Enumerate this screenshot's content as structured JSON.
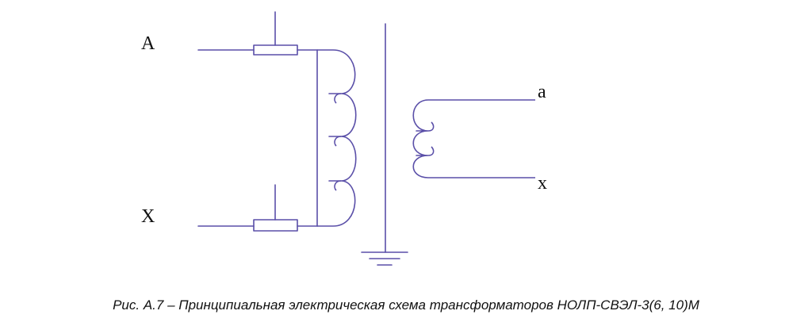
{
  "diagram": {
    "terminals": {
      "primary_high": "A",
      "primary_low": "X",
      "secondary_high": "a",
      "secondary_low": "x"
    },
    "primary_winding_turns": 4,
    "secondary_winding_turns": 3,
    "has_core": true,
    "has_ground": true,
    "fuses": 2
  },
  "caption": "Рис. А.7 – Принципиальная электрическая схема трансформаторов НОЛП-СВЭЛ-3(6, 10)М"
}
